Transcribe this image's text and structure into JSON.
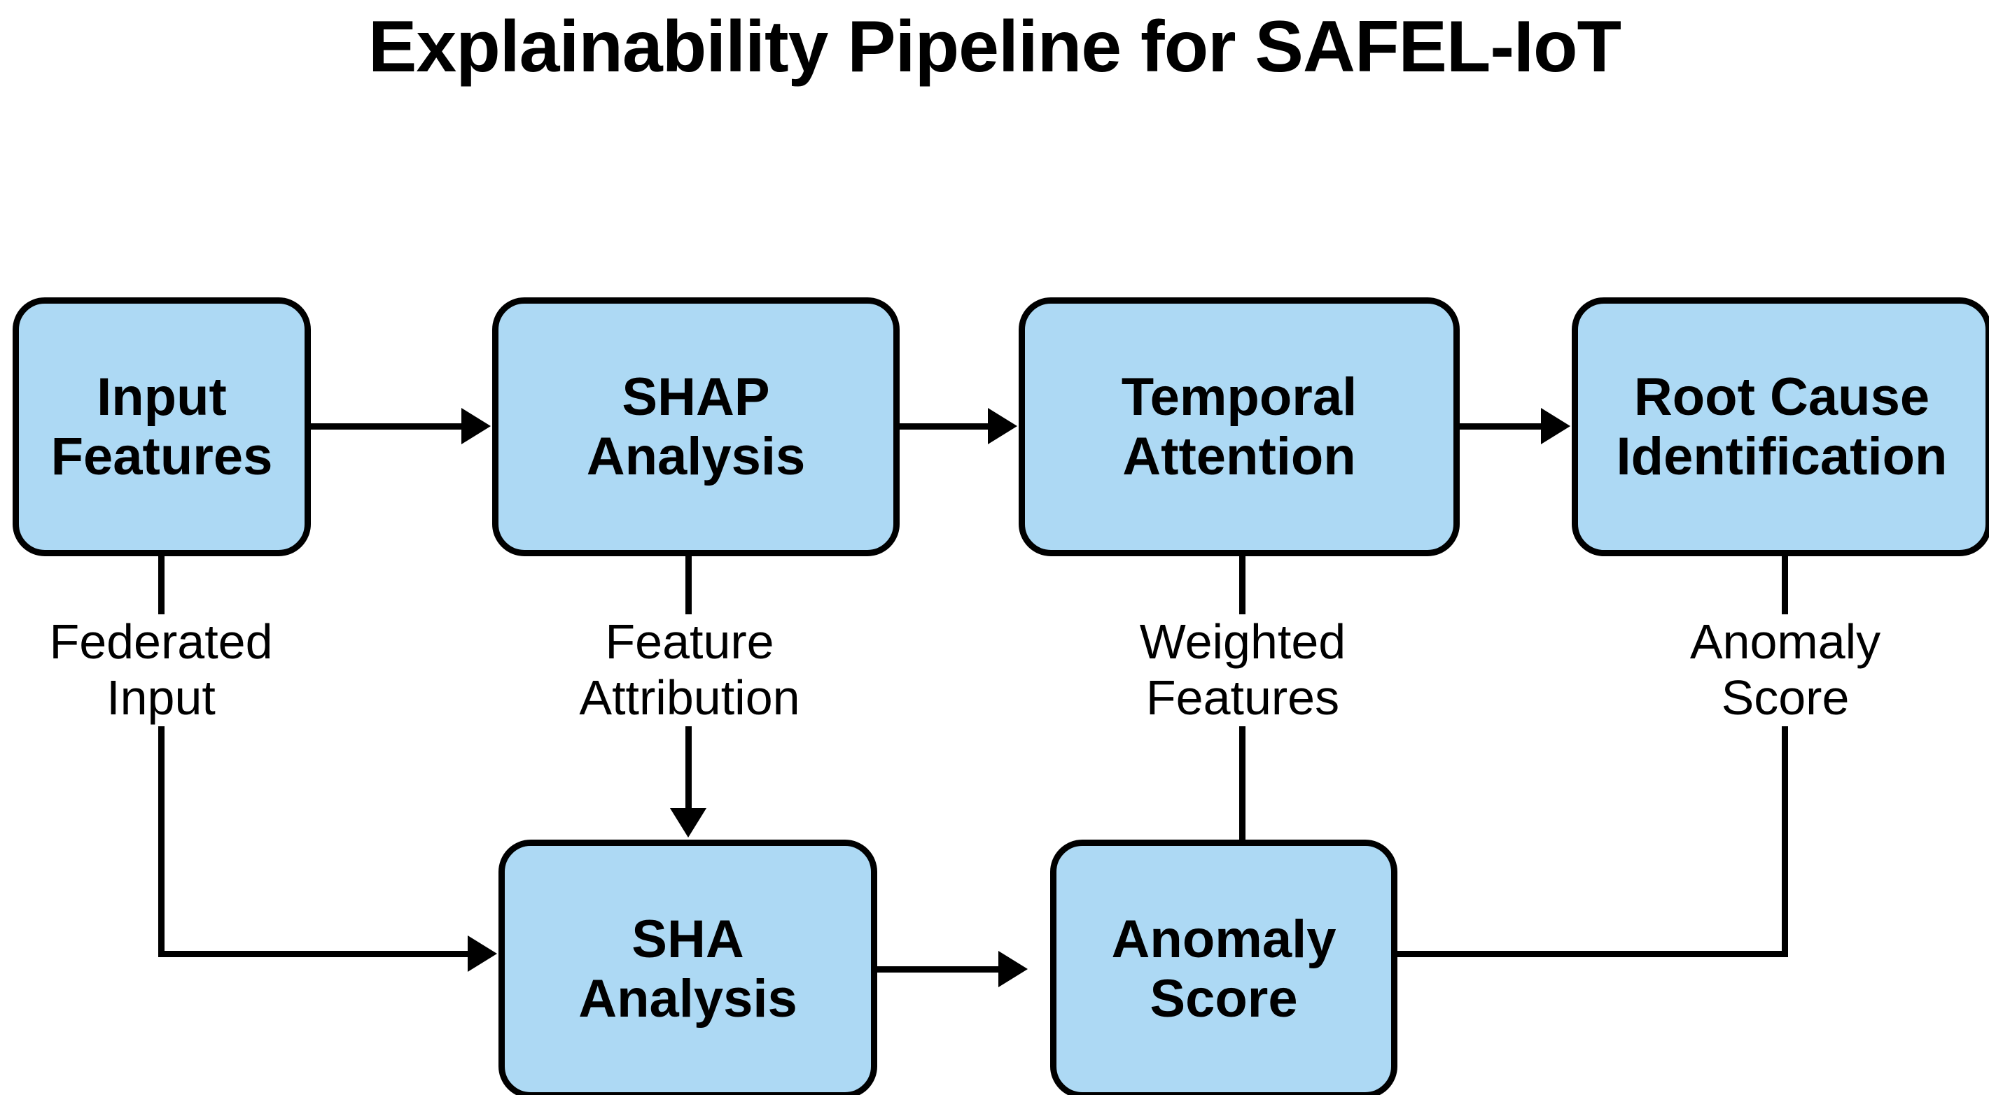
{
  "title": "Explainability Pipeline for SAFEL-IoT",
  "theme": {
    "node_fill": "#ADD9F4",
    "node_stroke": "#000000",
    "background": "#ffffff",
    "text": "#000000"
  },
  "nodes": {
    "input_features": {
      "line1": "Input",
      "line2": "Features"
    },
    "shap_analysis": {
      "line1": "SHAP",
      "line2": "Analysis"
    },
    "temporal_attention": {
      "line1": "Temporal",
      "line2": "Attention"
    },
    "root_cause": {
      "line1": "Root Cause",
      "line2": "Identification"
    },
    "sha_analysis": {
      "line1": "SHA",
      "line2": "Analysis"
    },
    "anomaly_score": {
      "line1": "Anomaly",
      "line2": "Score"
    }
  },
  "edge_labels": {
    "federated_input": {
      "line1": "Federated",
      "line2": "Input"
    },
    "feature_attribution": {
      "line1": "Feature",
      "line2": "Attribution"
    },
    "weighted_features": {
      "line1": "Weighted",
      "line2": "Features"
    },
    "anomaly_score": {
      "line1": "Anomaly",
      "line2": "Score"
    }
  },
  "chart_data": {
    "type": "diagram",
    "title": "Explainability Pipeline for SAFEL-IoT",
    "nodes": [
      {
        "id": "input_features",
        "label": "Input Features",
        "row": "top",
        "order": 1
      },
      {
        "id": "shap_analysis",
        "label": "SHAP Analysis",
        "row": "top",
        "order": 2
      },
      {
        "id": "temporal_attention",
        "label": "Temporal Attention",
        "row": "top",
        "order": 3
      },
      {
        "id": "root_cause",
        "label": "Root Cause Identification",
        "row": "top",
        "order": 4
      },
      {
        "id": "sha_analysis",
        "label": "SHA Analysis",
        "row": "bottom",
        "order": 1
      },
      {
        "id": "anomaly_score",
        "label": "Anomaly Score",
        "row": "bottom",
        "order": 2
      }
    ],
    "edges": [
      {
        "from": "input_features",
        "to": "shap_analysis",
        "label": "",
        "arrow": true
      },
      {
        "from": "shap_analysis",
        "to": "temporal_attention",
        "label": "",
        "arrow": true
      },
      {
        "from": "temporal_attention",
        "to": "root_cause",
        "label": "",
        "arrow": true
      },
      {
        "from": "input_features",
        "to": "sha_analysis",
        "label": "Federated Input",
        "arrow": true
      },
      {
        "from": "shap_analysis",
        "to": "sha_analysis",
        "label": "Feature Attribution",
        "arrow": true
      },
      {
        "from": "sha_analysis",
        "to": "anomaly_score",
        "label": "",
        "arrow": true
      },
      {
        "from": "temporal_attention",
        "to": "anomaly_score",
        "label": "Weighted Features",
        "arrow": false
      },
      {
        "from": "root_cause",
        "to": "anomaly_score",
        "label": "Anomaly Score",
        "arrow": false
      }
    ]
  }
}
